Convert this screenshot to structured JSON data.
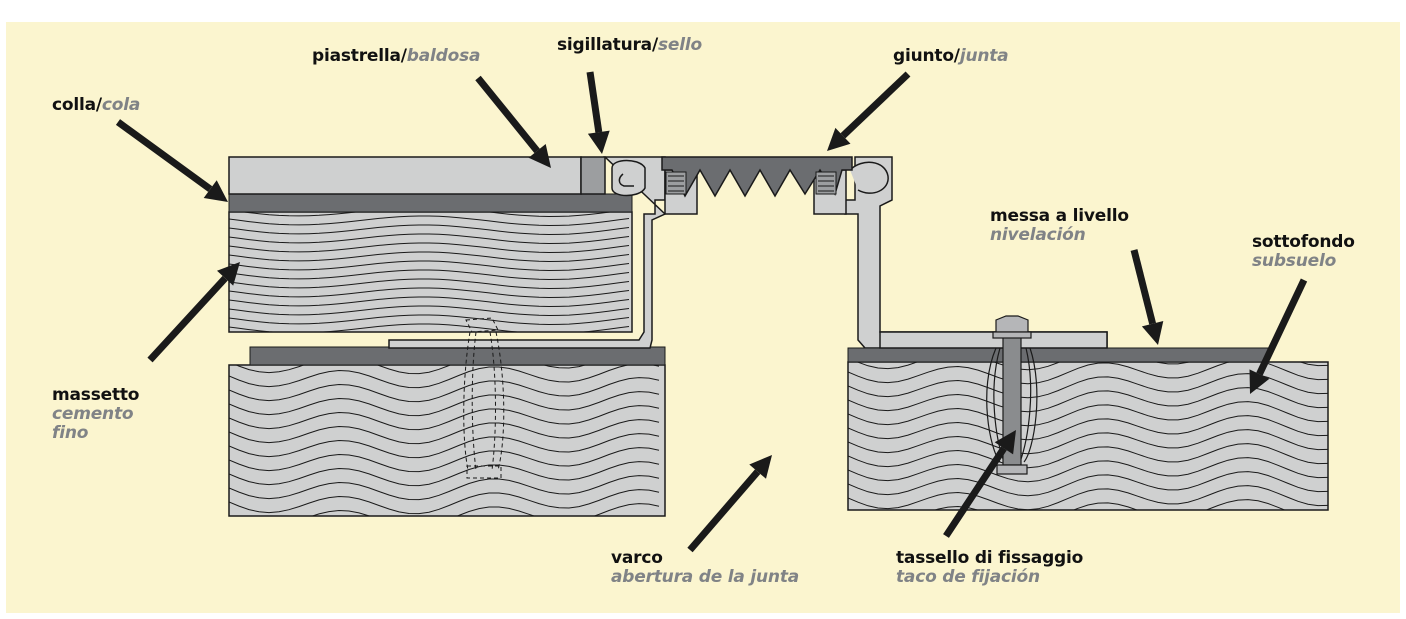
{
  "colors": {
    "background": "#fbf5cf",
    "wood": "#cfd0d0",
    "dark_layer": "#6b6d70",
    "profile": "#cfd0d0",
    "arrow": "#1a1a1a",
    "spanish_text": "#808386"
  },
  "labels": {
    "colla": {
      "it": "colla/",
      "es": "cola"
    },
    "piastrella": {
      "it": "piastrella/",
      "es": "baldosa"
    },
    "sigillatura": {
      "it": "sigillatura/",
      "es": "sello"
    },
    "giunto": {
      "it": "giunto/",
      "es": "junta"
    },
    "messa": {
      "it": "messa a livello",
      "es": "nivelación"
    },
    "sottofondo": {
      "it": "sottofondo",
      "es": "subsuelo"
    },
    "massetto": {
      "it": "massetto",
      "es1": "cemento",
      "es2": "fino"
    },
    "varco": {
      "it": "varco",
      "es": "abertura de la junta"
    },
    "tassello": {
      "it": "tassello di fissaggio",
      "es": "taco de fijación"
    }
  }
}
